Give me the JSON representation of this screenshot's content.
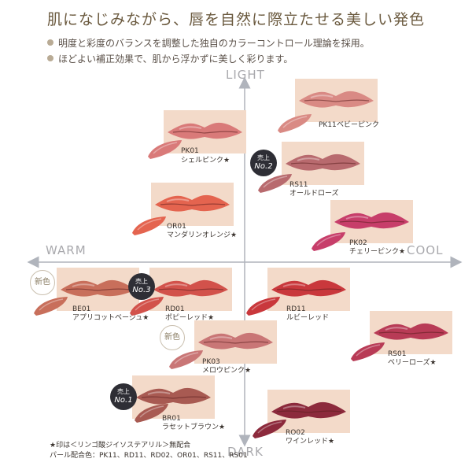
{
  "title": "肌になじみながら、唇を自然に際立たせる美しい発色",
  "bullets": [
    "明度と彩度のバランスを調整した独自のカラーコントロール理論を採用。",
    "ほどよい補正効果で、肌から浮かずに美しく彩ります。"
  ],
  "axes": {
    "top": "LIGHT",
    "bottom": "DARK",
    "left": "WARM",
    "right": "COOL"
  },
  "badges": {
    "new": "新色",
    "rank_prefix": "売上",
    "rank_no1": "No.1",
    "rank_no2": "No.2",
    "rank_no3": "No.3"
  },
  "colors": {
    "axis": "#b0b4bc",
    "PK11": "#d98a84",
    "PK01": "#d97a79",
    "RS11": "#b86a6e",
    "OR01": "#e4644f",
    "PK02": "#c73e6a",
    "BE01": "#c86f5b",
    "RD01": "#d2524b",
    "RD11": "#c9383c",
    "PK03": "#c97676",
    "RS01": "#b83b56",
    "BR01": "#a85a52",
    "RO02": "#8c2a3c"
  },
  "shades": [
    {
      "code": "PK11",
      "name": "ベビーピンク"
    },
    {
      "code": "PK01",
      "name": "シェルピンク★"
    },
    {
      "code": "RS11",
      "name": "オールドローズ"
    },
    {
      "code": "OR01",
      "name": "マンダリンオレンジ★"
    },
    {
      "code": "PK02",
      "name": "チェリーピンク★"
    },
    {
      "code": "BE01",
      "name": "アプリコットベージュ★"
    },
    {
      "code": "RD01",
      "name": "ポピーレッド★"
    },
    {
      "code": "RD11",
      "name": "ルビーレッド"
    },
    {
      "code": "PK03",
      "name": "メロウピンク★"
    },
    {
      "code": "RS01",
      "name": "ベリーローズ★"
    },
    {
      "code": "BR01",
      "name": "ラセットブラウン★"
    },
    {
      "code": "RO02",
      "name": "ワインレッド★"
    }
  ],
  "footnotes": [
    "★印は＜リンゴ酸ジイソステアリル＞無配合",
    "パール配合色：PK11、RD11、RD02、OR01、RS11、RS01"
  ]
}
